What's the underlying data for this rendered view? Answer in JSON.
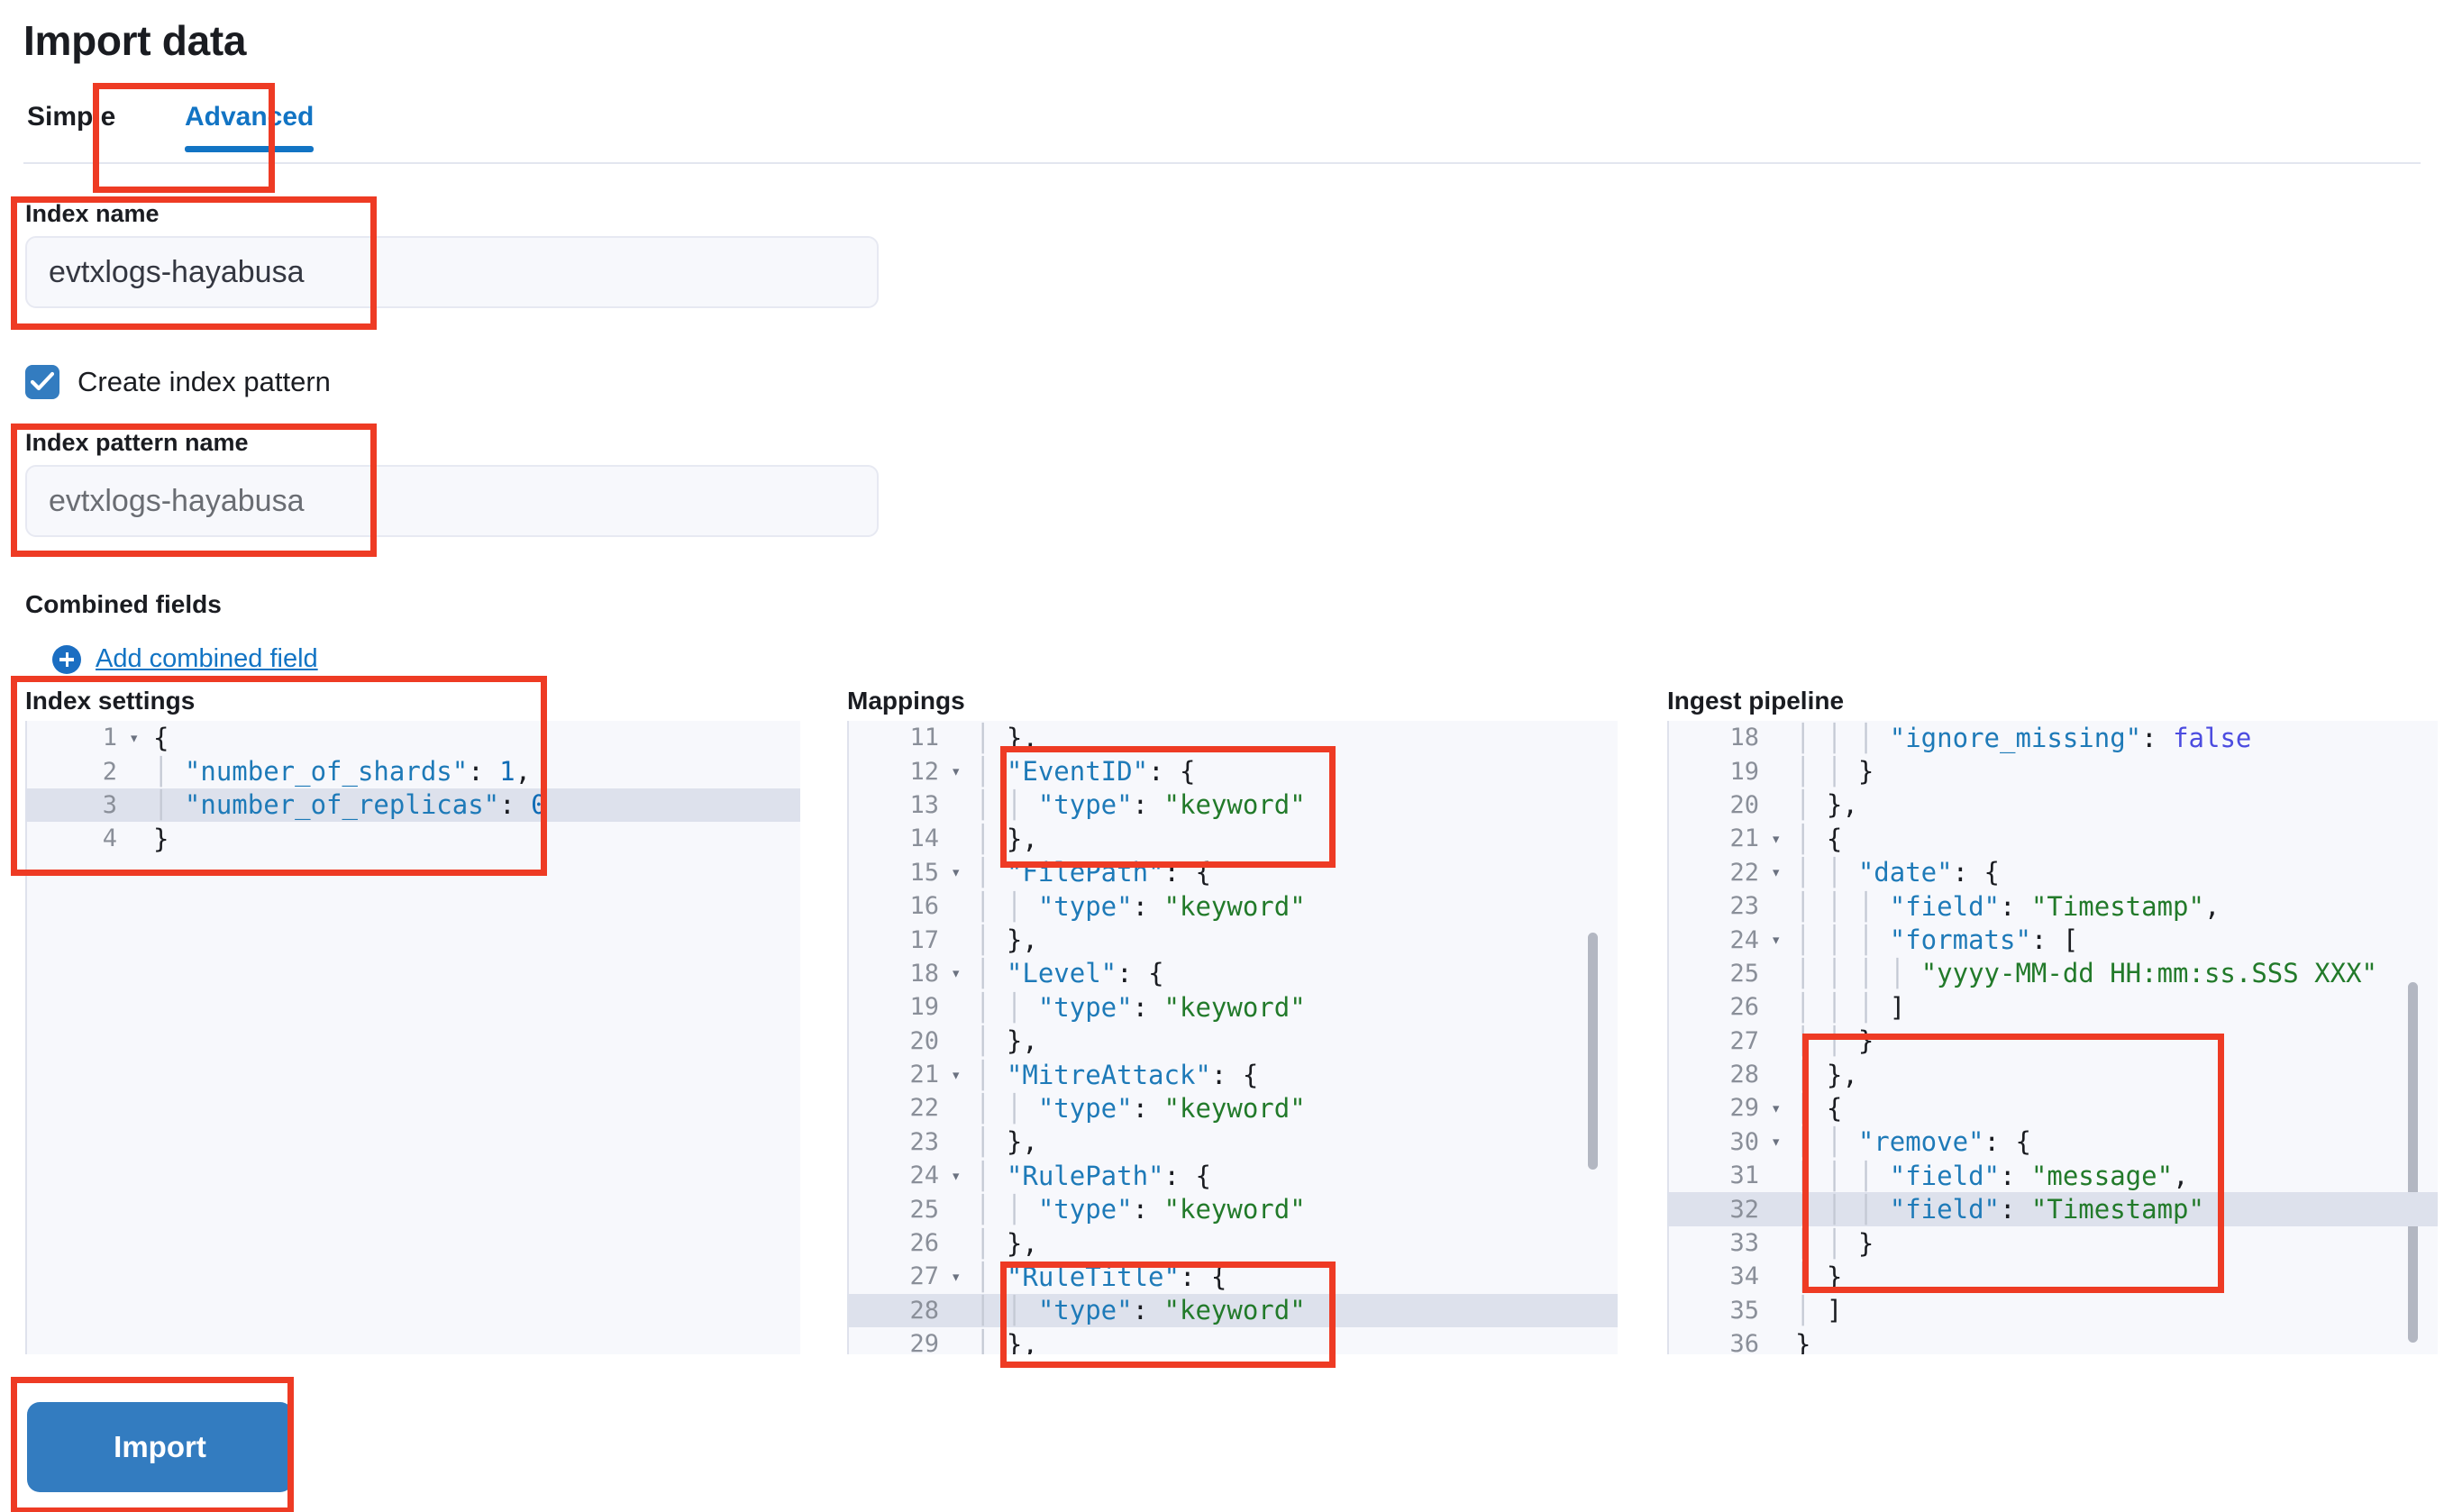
{
  "header": {
    "title": "Import data"
  },
  "tabs": [
    {
      "label": "Simple",
      "active": false
    },
    {
      "label": "Advanced",
      "active": true
    }
  ],
  "form": {
    "index_name": {
      "label": "Index name",
      "value": "evtxlogs-hayabusa"
    },
    "create_index_pattern": {
      "label": "Create index pattern",
      "checked": true
    },
    "index_pattern_name": {
      "label": "Index pattern name",
      "value": "evtxlogs-hayabusa"
    },
    "combined_fields": {
      "label": "Combined fields",
      "add_link": "Add combined field"
    }
  },
  "editors": {
    "index_settings": {
      "title": "Index settings",
      "highlighted_line": 3,
      "lines": [
        {
          "n": 1,
          "fold": true,
          "text": "{"
        },
        {
          "n": 2,
          "fold": false,
          "text": "  \"number_of_shards\": 1,"
        },
        {
          "n": 3,
          "fold": false,
          "text": "  \"number_of_replicas\": 0"
        },
        {
          "n": 4,
          "fold": false,
          "text": "}"
        }
      ]
    },
    "mappings": {
      "title": "Mappings",
      "highlighted_line": 28,
      "lines": [
        {
          "n": 11,
          "fold": false,
          "text": "  },"
        },
        {
          "n": 12,
          "fold": true,
          "text": "  \"EventID\": {"
        },
        {
          "n": 13,
          "fold": false,
          "text": "    \"type\": \"keyword\""
        },
        {
          "n": 14,
          "fold": false,
          "text": "  },"
        },
        {
          "n": 15,
          "fold": true,
          "text": "  \"FilePath\": {"
        },
        {
          "n": 16,
          "fold": false,
          "text": "    \"type\": \"keyword\""
        },
        {
          "n": 17,
          "fold": false,
          "text": "  },"
        },
        {
          "n": 18,
          "fold": true,
          "text": "  \"Level\": {"
        },
        {
          "n": 19,
          "fold": false,
          "text": "    \"type\": \"keyword\""
        },
        {
          "n": 20,
          "fold": false,
          "text": "  },"
        },
        {
          "n": 21,
          "fold": true,
          "text": "  \"MitreAttack\": {"
        },
        {
          "n": 22,
          "fold": false,
          "text": "    \"type\": \"keyword\""
        },
        {
          "n": 23,
          "fold": false,
          "text": "  },"
        },
        {
          "n": 24,
          "fold": true,
          "text": "  \"RulePath\": {"
        },
        {
          "n": 25,
          "fold": false,
          "text": "    \"type\": \"keyword\""
        },
        {
          "n": 26,
          "fold": false,
          "text": "  },"
        },
        {
          "n": 27,
          "fold": true,
          "text": "  \"RuleTitle\": {"
        },
        {
          "n": 28,
          "fold": false,
          "text": "    \"type\": \"keyword\""
        },
        {
          "n": 29,
          "fold": false,
          "text": "  },"
        }
      ]
    },
    "ingest_pipeline": {
      "title": "Ingest pipeline",
      "highlighted_line": 32,
      "lines": [
        {
          "n": 18,
          "fold": false,
          "text": "      \"ignore_missing\": false"
        },
        {
          "n": 19,
          "fold": false,
          "text": "    }"
        },
        {
          "n": 20,
          "fold": false,
          "text": "  },"
        },
        {
          "n": 21,
          "fold": true,
          "text": "  {"
        },
        {
          "n": 22,
          "fold": true,
          "text": "    \"date\": {"
        },
        {
          "n": 23,
          "fold": false,
          "text": "      \"field\": \"Timestamp\","
        },
        {
          "n": 24,
          "fold": true,
          "text": "      \"formats\": ["
        },
        {
          "n": 25,
          "fold": false,
          "text": "        \"yyyy-MM-dd HH:mm:ss.SSS XXX\""
        },
        {
          "n": 26,
          "fold": false,
          "text": "      ]"
        },
        {
          "n": 27,
          "fold": false,
          "text": "    }"
        },
        {
          "n": 28,
          "fold": false,
          "text": "  },"
        },
        {
          "n": 29,
          "fold": true,
          "text": "  {"
        },
        {
          "n": 30,
          "fold": true,
          "text": "    \"remove\": {"
        },
        {
          "n": 31,
          "fold": false,
          "text": "      \"field\": \"message\","
        },
        {
          "n": 32,
          "fold": false,
          "text": "      \"field\": \"Timestamp\""
        },
        {
          "n": 33,
          "fold": false,
          "text": "    }"
        },
        {
          "n": 34,
          "fold": false,
          "text": "  }"
        },
        {
          "n": 35,
          "fold": false,
          "text": "  ]"
        },
        {
          "n": 36,
          "fold": false,
          "text": "}"
        }
      ]
    }
  },
  "actions": {
    "import_label": "Import"
  },
  "colors": {
    "accent": "#1274c4",
    "primary_button": "#337cc0",
    "annotation": "#ee3b24",
    "editor_bg": "#f7f8fc",
    "highlight_row": "#dde1ec"
  }
}
